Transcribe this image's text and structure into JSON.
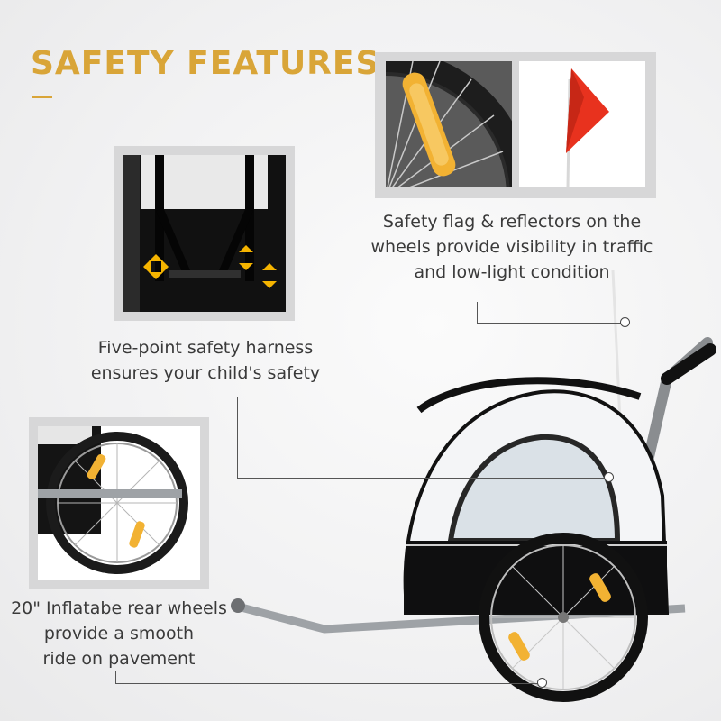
{
  "header": {
    "title": "SAFETY FEATURES"
  },
  "features": {
    "flag": {
      "lines": [
        "Safety flag & reflectors on the",
        "wheels provide visibility in traffic",
        "and low-light condition"
      ]
    },
    "harness": {
      "lines": [
        "Five-point safety harness",
        "ensures your child's safety"
      ]
    },
    "wheels": {
      "lines": [
        "20\" Inflatabe rear wheels",
        "provide a smooth",
        "ride on pavement"
      ]
    }
  },
  "colors": {
    "accent": "#d9a538",
    "flag": "#e8321e",
    "reflector": "#f2b233",
    "harness_arrow": "#f5b400"
  }
}
